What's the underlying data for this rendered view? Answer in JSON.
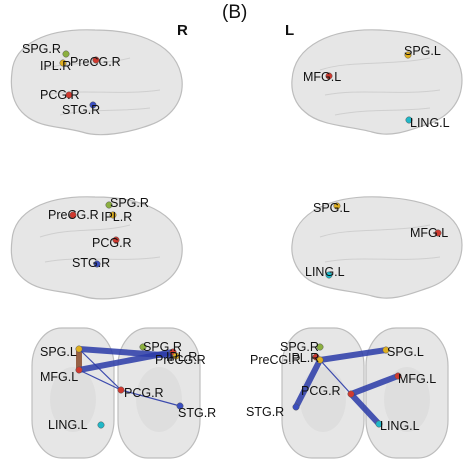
{
  "panel_label": "(B)",
  "side_labels": {
    "right": "R",
    "left": "L"
  },
  "colors": {
    "brain_fill": "#e6e6e6",
    "brain_stroke": "#bdbdbd",
    "edge_blue": "#2b3ba8",
    "edge_brown": "#8a4a2a",
    "edge_orange": "#c8701c",
    "node_red": "#d03a30",
    "node_yellow": "#e0b020",
    "node_green": "#8cb040",
    "node_blue": "#3a4ec0",
    "node_cyan": "#20b8c8"
  },
  "views": [
    {
      "id": "lateral-right",
      "nodes": [
        {
          "label": "SPG.R",
          "color": "#8cb040"
        },
        {
          "label": "IPL.R",
          "color": "#e0b020"
        },
        {
          "label": "PreCG.R",
          "color": "#d03a30"
        },
        {
          "label": "PCG.R",
          "color": "#d03a30"
        },
        {
          "label": "STG.R",
          "color": "#3a4ec0"
        }
      ]
    },
    {
      "id": "lateral-left",
      "nodes": [
        {
          "label": "SPG.L",
          "color": "#e0b020"
        },
        {
          "label": "MFG.L",
          "color": "#d03a30"
        },
        {
          "label": "LING.L",
          "color": "#20b8c8"
        }
      ]
    },
    {
      "id": "medial-right",
      "nodes": [
        {
          "label": "SPG.R",
          "color": "#8cb040"
        },
        {
          "label": "PreCG.R",
          "color": "#d03a30"
        },
        {
          "label": "IPL.R",
          "color": "#e0b020"
        },
        {
          "label": "PCG.R",
          "color": "#d03a30"
        },
        {
          "label": "STG.R",
          "color": "#3a4ec0"
        }
      ]
    },
    {
      "id": "medial-left",
      "nodes": [
        {
          "label": "SPG.L",
          "color": "#e0b020"
        },
        {
          "label": "MFG.L",
          "color": "#d03a30"
        },
        {
          "label": "LING.L",
          "color": "#20b8c8"
        }
      ]
    },
    {
      "id": "axial-1",
      "nodes": [
        {
          "label": "SPG.L",
          "color": "#e0b020"
        },
        {
          "label": "MFG.L",
          "color": "#d03a30"
        },
        {
          "label": "LING.L",
          "color": "#20b8c8"
        },
        {
          "label": "SPG.R",
          "color": "#8cb040"
        },
        {
          "label": "PreCG.R",
          "color": "#d03a30"
        },
        {
          "label": "IPL.R",
          "color": "#e0b020"
        },
        {
          "label": "PCG.R",
          "color": "#d03a30"
        },
        {
          "label": "STG.R",
          "color": "#3a4ec0"
        }
      ],
      "edges": [
        {
          "from": "SPG.L",
          "to": "IPL.R",
          "weight": "strong",
          "color": "#2b3ba8"
        },
        {
          "from": "SPG.L",
          "to": "MFG.L",
          "weight": "strong",
          "color": "#8a4a2a"
        },
        {
          "from": "MFG.L",
          "to": "PreCG.R",
          "weight": "strong",
          "color": "#2b3ba8"
        },
        {
          "from": "MFG.L",
          "to": "PCG.R",
          "weight": "thin",
          "color": "#2b3ba8"
        },
        {
          "from": "SPG.L",
          "to": "PCG.R",
          "weight": "thin",
          "color": "#2b3ba8"
        },
        {
          "from": "PCG.R",
          "to": "STG.R",
          "weight": "thin",
          "color": "#2b3ba8"
        }
      ]
    },
    {
      "id": "axial-2",
      "nodes": [
        {
          "label": "SPG.R",
          "color": "#8cb040"
        },
        {
          "label": "PreCG.R",
          "color": "#d03a30"
        },
        {
          "label": "IPL.R",
          "color": "#e0b020"
        },
        {
          "label": "PCG.R",
          "color": "#d03a30"
        },
        {
          "label": "STG.R",
          "color": "#3a4ec0"
        },
        {
          "label": "SPG.L",
          "color": "#e0b020"
        },
        {
          "label": "MFG.L",
          "color": "#d03a30"
        },
        {
          "label": "LING.L",
          "color": "#20b8c8"
        }
      ],
      "edges": [
        {
          "from": "IPL.R",
          "to": "SPG.L",
          "weight": "strong",
          "color": "#2b3ba8"
        },
        {
          "from": "IPL.R",
          "to": "STG.R",
          "weight": "strong",
          "color": "#2b3ba8"
        },
        {
          "from": "PCG.R",
          "to": "MFG.L",
          "weight": "strong",
          "color": "#2b3ba8"
        },
        {
          "from": "PCG.R",
          "to": "LING.L",
          "weight": "strong",
          "color": "#2b3ba8"
        },
        {
          "from": "IPL.R",
          "to": "PCG.R",
          "weight": "thin",
          "color": "#2b3ba8"
        }
      ]
    }
  ]
}
